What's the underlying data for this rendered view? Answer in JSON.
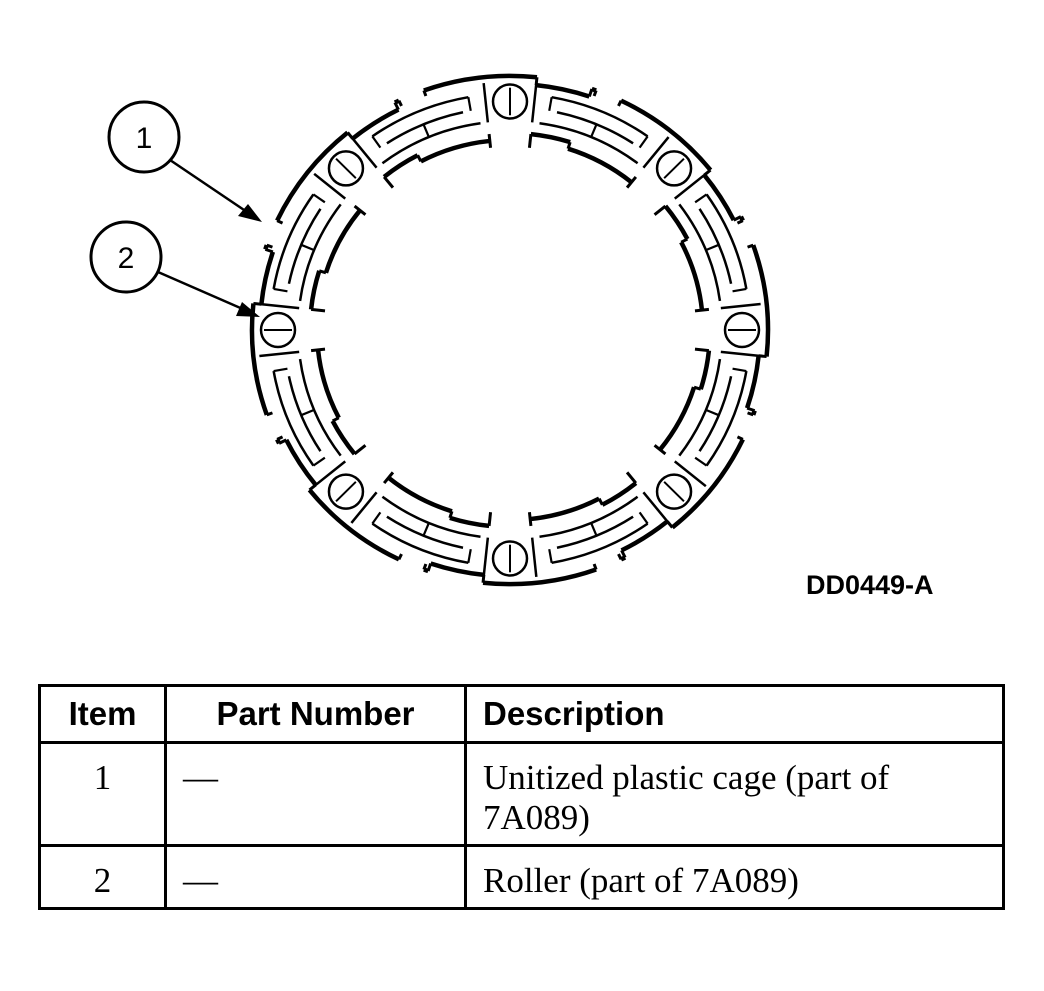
{
  "figure": {
    "callouts": [
      {
        "label": "1"
      },
      {
        "label": "2"
      }
    ],
    "figure_id": "DD0449-A"
  },
  "table": {
    "headers": [
      "Item",
      "Part Number",
      "Description"
    ],
    "rows": [
      {
        "item": "1",
        "part_number": "—",
        "description": "Unitized plastic cage (part of 7A089)"
      },
      {
        "item": "2",
        "part_number": "—",
        "description": "Roller (part of 7A089)"
      }
    ]
  }
}
